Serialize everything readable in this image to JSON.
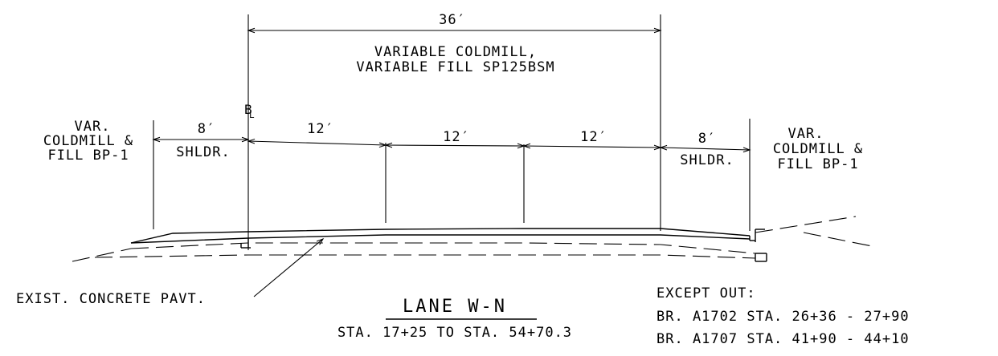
{
  "dims": {
    "overall": "36′",
    "shoulder_left": "8′",
    "lane1": "12′",
    "lane2": "12′",
    "lane3": "12′",
    "shoulder_right": "8′"
  },
  "labels": {
    "coldmill_line1": "VARIABLE COLDMILL,",
    "coldmill_line2": "VARIABLE FILL SP125BSM",
    "left_var_line1": "VAR.",
    "left_var_line2": "COLDMILL &",
    "left_var_line3": "FILL BP-1",
    "right_var_line1": "VAR.",
    "right_var_line2": "COLDMILL &",
    "right_var_line3": "FILL BP-1",
    "shldr_left": "SHLDR.",
    "shldr_right": "SHLDR.",
    "baseline_symbol": "B",
    "baseline_sub": "L",
    "exist_concrete": "EXIST. CONCRETE PAVT."
  },
  "title_block": {
    "title": "LANE W-N",
    "stations": "STA. 17+25 TO STA. 54+70.3"
  },
  "except": {
    "heading": "EXCEPT OUT:",
    "items": [
      "BR. A1702 STA. 26+36 - 27+90",
      "BR. A1707 STA. 41+90 - 44+10"
    ]
  }
}
